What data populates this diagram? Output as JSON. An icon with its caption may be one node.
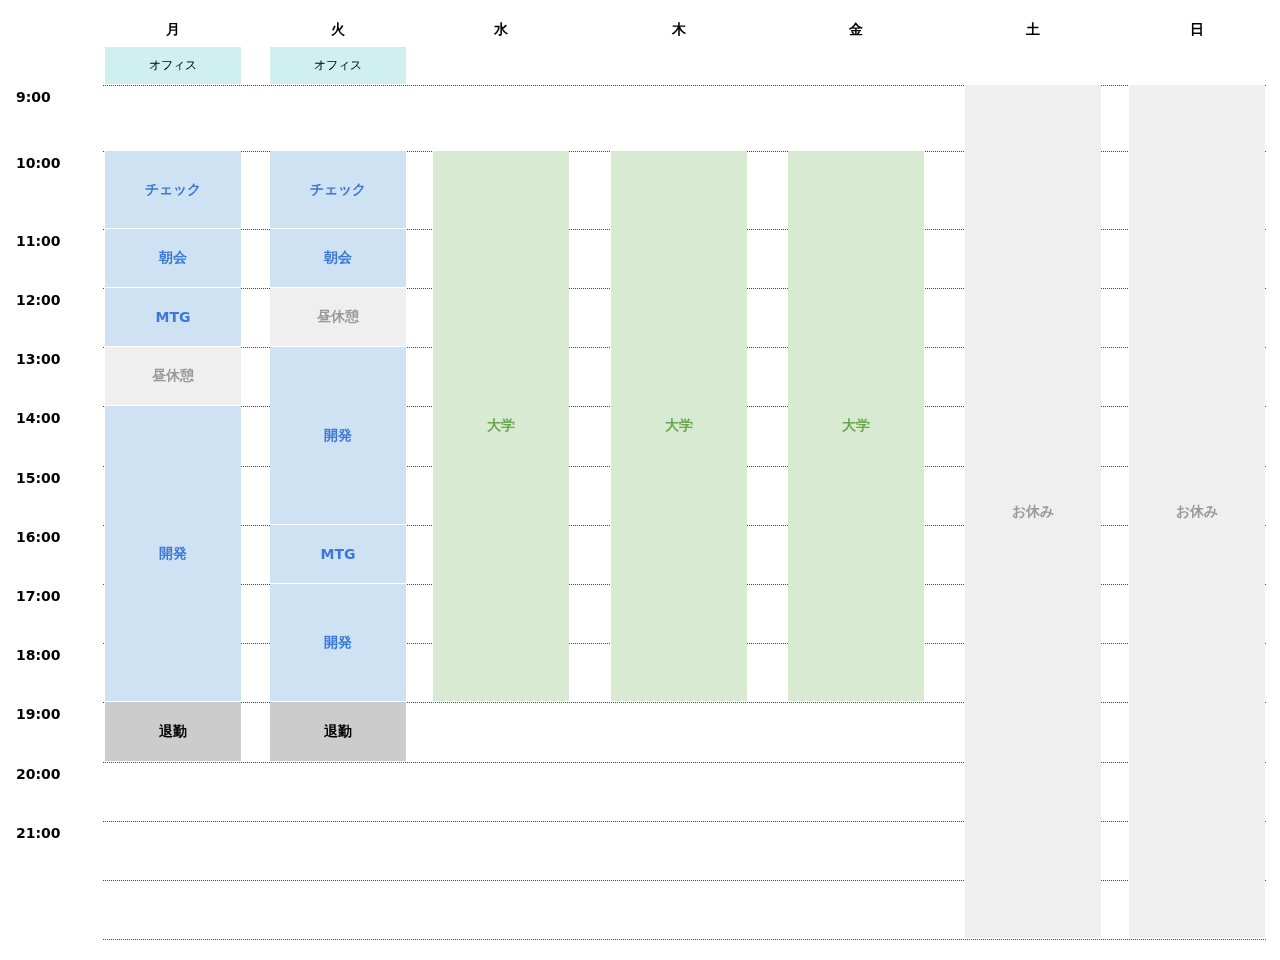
{
  "diagram": {
    "nodes": [
      {
        "text": [
          "オフィス"
        ]
      },
      {
        "text": [
          "チェック"
        ]
      },
      {
        "text": [
          "朝会"
        ]
      },
      {
        "text": [
          "MTG"
        ]
      },
      {
        "text": [
          "昼休憩"
        ]
      },
      {
        "text": [
          "開発"
        ]
      },
      {
        "text": [
          "退勤"
        ]
      },
      {
        "text": [
          "オフィス"
        ]
      },
      {
        "text": [
          "チェック"
        ]
      },
      {
        "text": [
          "朝会"
        ]
      },
      {
        "text": [
          "昼休憩"
        ]
      },
      {
        "text": [
          "開発"
        ]
      },
      {
        "text": [
          "MTG"
        ]
      },
      {
        "text": [
          "開発"
        ]
      },
      {
        "text": [
          "退勤"
        ]
      },
      {
        "text": [
          "大学"
        ]
      },
      {
        "text": [
          "大学"
        ]
      },
      {
        "text": [
          "大学"
        ]
      },
      {
        "text": [
          "お休み"
        ]
      },
      {
        "text": [
          "お休み"
        ]
      }
    ],
    "labels": [
      "月",
      "火",
      "水",
      "木",
      "金",
      "土",
      "日",
      "9:00",
      "10:00",
      "11:00",
      "12:00",
      "13:00",
      "14:00",
      "15:00",
      "16:00",
      "17:00",
      "18:00",
      "19:00",
      "20:00",
      "21:00"
    ]
  }
}
